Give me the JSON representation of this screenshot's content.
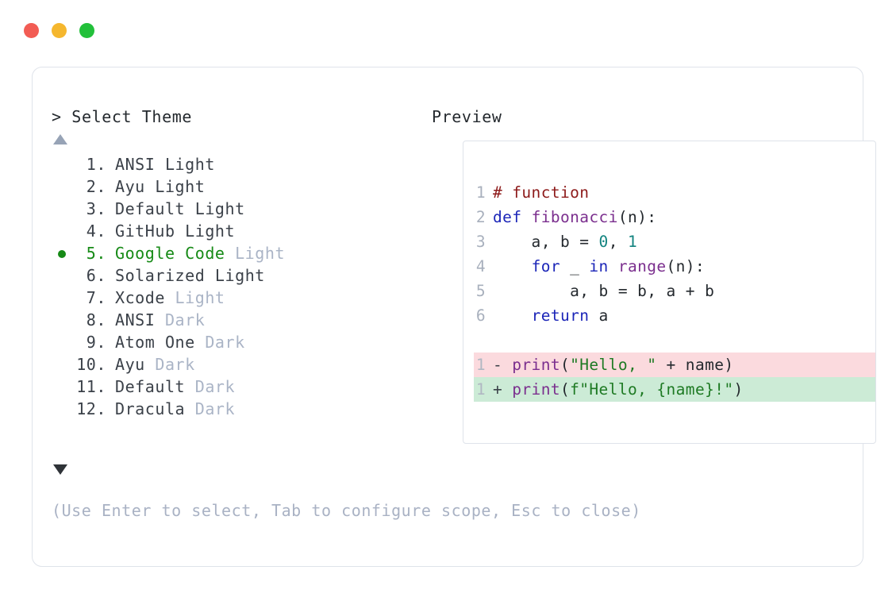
{
  "window": {
    "traffic_lights": [
      {
        "name": "close-button",
        "color": "#f25c54"
      },
      {
        "name": "minimize-button",
        "color": "#f5b72e"
      },
      {
        "name": "maximize-button",
        "color": "#22c03a"
      }
    ]
  },
  "selector": {
    "prompt_symbol": "> ",
    "prompt_title": "Select Theme",
    "scroll_up_icon": "triangle-up",
    "scroll_down_icon": "triangle-down",
    "selected_index": 5,
    "items": [
      {
        "number": " 1.",
        "name": "ANSI",
        "variant": "Light",
        "variant_dim": false,
        "selected": false
      },
      {
        "number": " 2.",
        "name": "Ayu",
        "variant": "Light",
        "variant_dim": false,
        "selected": false
      },
      {
        "number": " 3.",
        "name": "Default",
        "variant": "Light",
        "variant_dim": false,
        "selected": false
      },
      {
        "number": " 4.",
        "name": "GitHub",
        "variant": "Light",
        "variant_dim": false,
        "selected": false
      },
      {
        "number": " 5.",
        "name": "Google Code",
        "variant": "Light",
        "variant_dim": true,
        "selected": true
      },
      {
        "number": " 6.",
        "name": "Solarized",
        "variant": "Light",
        "variant_dim": false,
        "selected": false
      },
      {
        "number": " 7.",
        "name": "Xcode",
        "variant": "Light",
        "variant_dim": true,
        "selected": false
      },
      {
        "number": " 8.",
        "name": "ANSI",
        "variant": "Dark",
        "variant_dim": true,
        "selected": false
      },
      {
        "number": " 9.",
        "name": "Atom One",
        "variant": "Dark",
        "variant_dim": true,
        "selected": false
      },
      {
        "number": "10.",
        "name": "Ayu",
        "variant": "Dark",
        "variant_dim": true,
        "selected": false
      },
      {
        "number": "11.",
        "name": "Default",
        "variant": "Dark",
        "variant_dim": true,
        "selected": false
      },
      {
        "number": "12.",
        "name": "Dracula",
        "variant": "Dark",
        "variant_dim": true,
        "selected": false
      }
    ],
    "hint": "(Use Enter to select, Tab to configure scope, Esc to close)"
  },
  "preview": {
    "label": "Preview",
    "code_lines": [
      {
        "ln": "1",
        "tokens": [
          {
            "t": "# function",
            "c": "c-comment"
          }
        ]
      },
      {
        "ln": "2",
        "tokens": [
          {
            "t": "def ",
            "c": "c-kw"
          },
          {
            "t": "fibonacci",
            "c": "c-fn"
          },
          {
            "t": "(n):",
            "c": "c-plain"
          }
        ]
      },
      {
        "ln": "3",
        "tokens": [
          {
            "t": "    a, b = ",
            "c": "c-plain"
          },
          {
            "t": "0",
            "c": "c-num"
          },
          {
            "t": ", ",
            "c": "c-plain"
          },
          {
            "t": "1",
            "c": "c-num"
          }
        ]
      },
      {
        "ln": "4",
        "tokens": [
          {
            "t": "    ",
            "c": "c-plain"
          },
          {
            "t": "for",
            "c": "c-kw"
          },
          {
            "t": " _ ",
            "c": "c-plain"
          },
          {
            "t": "in",
            "c": "c-kw"
          },
          {
            "t": " ",
            "c": "c-plain"
          },
          {
            "t": "range",
            "c": "c-fn"
          },
          {
            "t": "(n):",
            "c": "c-plain"
          }
        ]
      },
      {
        "ln": "5",
        "tokens": [
          {
            "t": "        a, b = b, a + b",
            "c": "c-plain"
          }
        ]
      },
      {
        "ln": "6",
        "tokens": [
          {
            "t": "    ",
            "c": "c-plain"
          },
          {
            "t": "return",
            "c": "c-kw"
          },
          {
            "t": " a",
            "c": "c-plain"
          }
        ]
      }
    ],
    "diff_lines": [
      {
        "ln": "1",
        "kind": "diff-del",
        "tokens": [
          {
            "t": "- ",
            "c": "c-mark"
          },
          {
            "t": "print",
            "c": "c-fn"
          },
          {
            "t": "(",
            "c": "c-plain"
          },
          {
            "t": "\"Hello, \"",
            "c": "c-str"
          },
          {
            "t": " + name)",
            "c": "c-plain"
          }
        ]
      },
      {
        "ln": "1",
        "kind": "diff-add",
        "tokens": [
          {
            "t": "+ ",
            "c": "c-mark"
          },
          {
            "t": "print",
            "c": "c-fn"
          },
          {
            "t": "(",
            "c": "c-plain"
          },
          {
            "t": "f\"Hello, {name}!\"",
            "c": "c-str"
          },
          {
            "t": ")",
            "c": "c-plain"
          }
        ]
      }
    ]
  },
  "colors": {
    "panel_border": "#dfe3ea",
    "accent_green": "#168a16",
    "dim_text": "#aab4c6",
    "diff_delete_bg": "#fbdade",
    "diff_add_bg": "#ccebd6"
  }
}
